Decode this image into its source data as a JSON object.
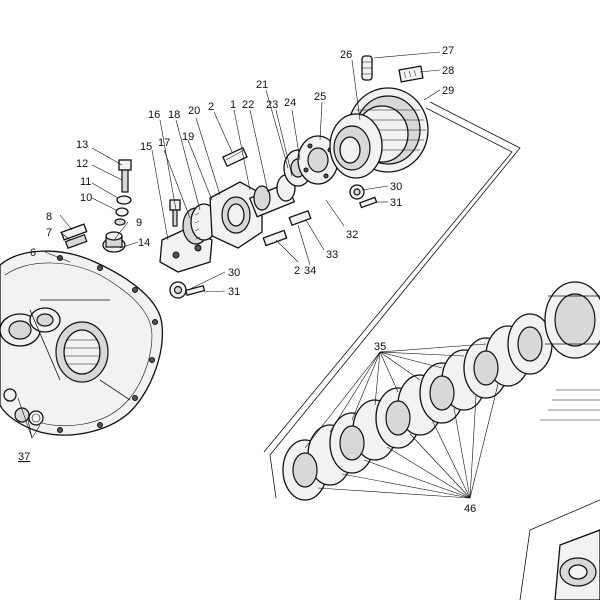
{
  "labels": {
    "l1": "1",
    "l2": "2",
    "l2b": "2",
    "l6": "6",
    "l7": "7",
    "l8": "8",
    "l9": "9",
    "l10": "10",
    "l11": "11",
    "l12": "12",
    "l13": "13",
    "l14": "14",
    "l15": "15",
    "l16": "16",
    "l17": "17",
    "l18": "18",
    "l19": "19",
    "l20": "20",
    "l21": "21",
    "l22": "22",
    "l23": "23",
    "l24": "24",
    "l25": "25",
    "l26": "26",
    "l27": "27",
    "l28": "28",
    "l29": "29",
    "l30a": "30",
    "l31a": "31",
    "l30b": "30",
    "l31b": "31",
    "l32": "32",
    "l33": "33",
    "l34": "34",
    "l35": "35",
    "l37": "37",
    "l46": "46"
  }
}
